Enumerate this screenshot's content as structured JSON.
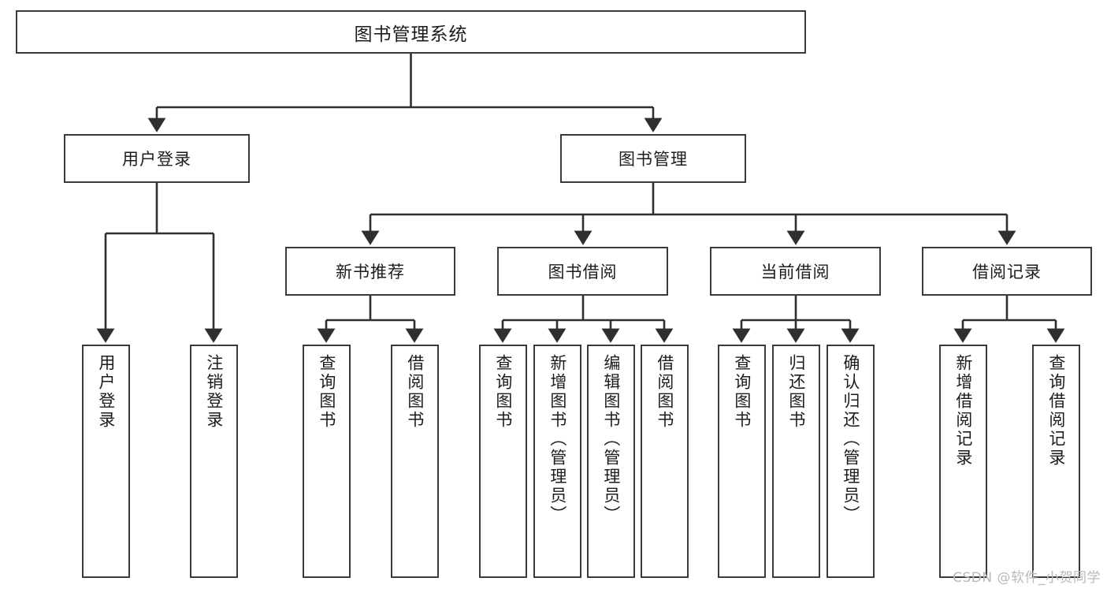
{
  "diagram": {
    "type": "tree",
    "title": "图书管理系统",
    "watermark": "CSDN @软件_小贺同学",
    "colors": {
      "box_border": "#3a3a3a",
      "box_fill": "#ffffff",
      "connector": "#2f2f2f",
      "text": "#1c1c1c",
      "watermark": "#b9b9b9"
    },
    "root": {
      "label": "图书管理系统"
    },
    "level2": [
      {
        "label": "用户登录"
      },
      {
        "label": "图书管理"
      }
    ],
    "level3": [
      {
        "label": "新书推荐"
      },
      {
        "label": "图书借阅"
      },
      {
        "label": "当前借阅"
      },
      {
        "label": "借阅记录"
      }
    ],
    "leaves": {
      "user_login": [
        {
          "label": "用户登录"
        },
        {
          "label": "注销登录"
        }
      ],
      "new_book": [
        {
          "label": "查询图书"
        },
        {
          "label": "借阅图书"
        }
      ],
      "book_borrow": [
        {
          "label": "查询图书"
        },
        {
          "label": "新增图书（管理员）"
        },
        {
          "label": "编辑图书（管理员）"
        },
        {
          "label": "借阅图书"
        }
      ],
      "current_borrow": [
        {
          "label": "查询图书"
        },
        {
          "label": "归还图书"
        },
        {
          "label": "确认归还（管理员）"
        }
      ],
      "borrow_record": [
        {
          "label": "新增借阅记录"
        },
        {
          "label": "查询借阅记录"
        }
      ]
    }
  }
}
